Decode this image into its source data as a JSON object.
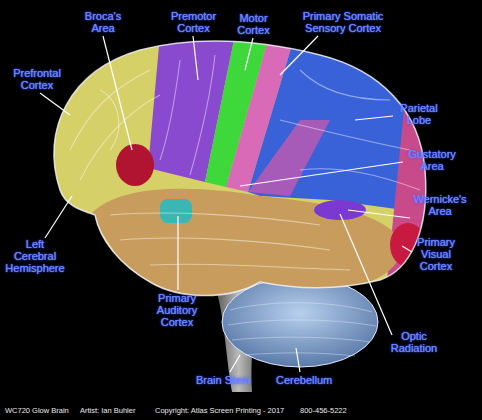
{
  "diagram": {
    "labels": [
      "Broca's Area",
      "Premotor Cortex",
      "Motor Cortex",
      "Primary Somatic Sensory Cortex",
      "Prefrontal Cortex",
      "Parietal Lobe",
      "Gustatory Area",
      "Wernicke's Area",
      "Left Cerebral Hemisphere",
      "Primary Visual Cortex",
      "Primary Auditory Cortex",
      "Optic Radiation",
      "Brain Stem",
      "Cerebellum",
      "WC720 Glow Brain",
      "Artist: Ian Buhler",
      "Copyright: Atlas Screen Printing - 2017",
      "800-456-5222"
    ]
  }
}
